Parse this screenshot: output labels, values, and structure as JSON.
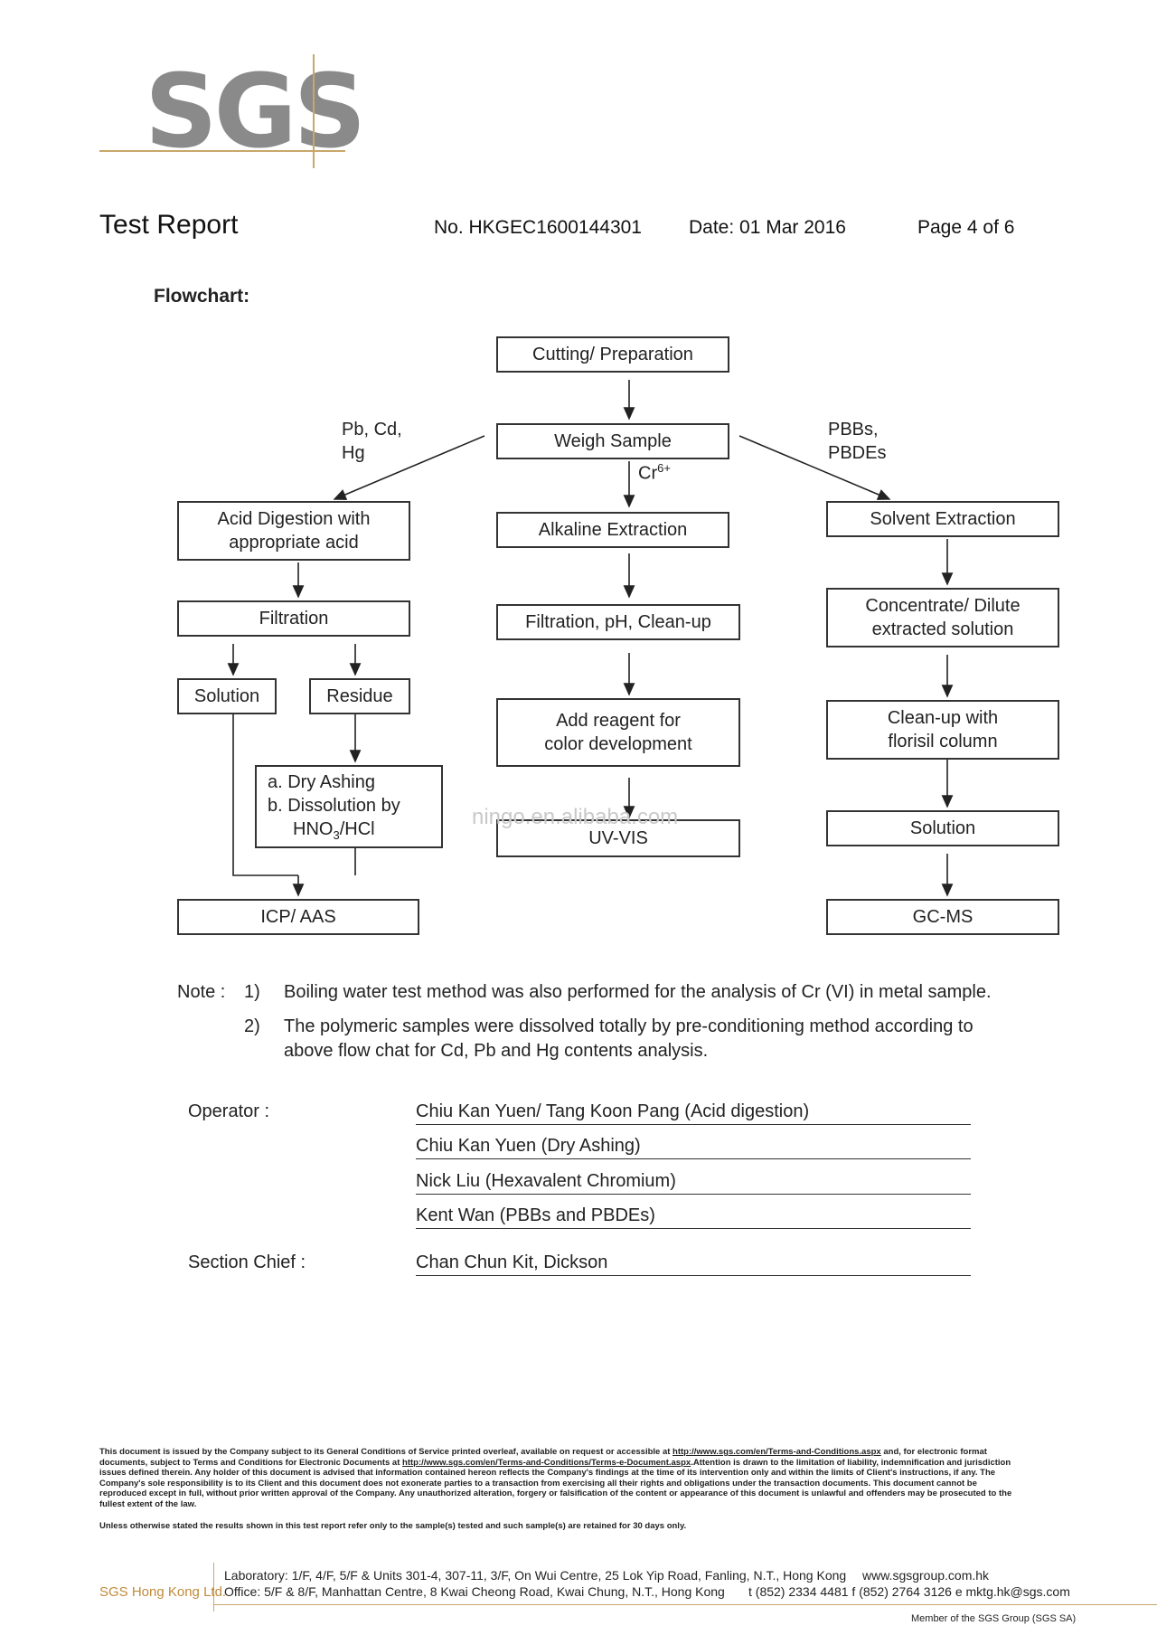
{
  "logo": {
    "text": "SGS"
  },
  "header": {
    "title": "Test Report",
    "report_no": "No. HKGEC1600144301",
    "date": "Date: 01 Mar 2016",
    "page": "Page 4 of 6"
  },
  "flowchart": {
    "title": "Flowchart:",
    "center": {
      "cutting": "Cutting/ Preparation",
      "weigh": "Weigh Sample",
      "cr_label": "Cr",
      "cr_sup": "6+",
      "alkaline": "Alkaline Extraction",
      "filtration_ph": "Filtration, pH, Clean-up",
      "reagent_line1": "Add reagent for",
      "reagent_line2": "color development",
      "uvvis": "UV-VIS"
    },
    "left": {
      "label_line1": "Pb, Cd,",
      "label_line2": "Hg",
      "acid_line1": "Acid Digestion with",
      "acid_line2": "appropriate acid",
      "filtration": "Filtration",
      "solution": "Solution",
      "residue": "Residue",
      "dry_a": "a.  Dry Ashing",
      "dry_b": "b.  Dissolution by",
      "dry_c_pre": "HNO",
      "dry_c_sub": "3",
      "dry_c_post": "/HCl",
      "icp": "ICP/ AAS"
    },
    "right": {
      "label_line1": "PBBs,",
      "label_line2": "PBDEs",
      "solvent": "Solvent Extraction",
      "conc_line1": "Concentrate/ Dilute",
      "conc_line2": "extracted solution",
      "cleanup_line1": "Clean-up with",
      "cleanup_line2": "florisil column",
      "solution": "Solution",
      "gcms": "GC-MS"
    },
    "watermark": "ningo.en.alibaba.com"
  },
  "notes": {
    "label": "Note  :",
    "n1_num": "1)",
    "n1_text": "Boiling water test method was also performed for the analysis of Cr (VI) in metal sample.",
    "n2_num": "2)",
    "n2_line1": "The polymeric samples were  dissolved totally by pre-conditioning method according to",
    "n2_line2": "above flow chat for Cd, Pb and Hg contents analysis."
  },
  "personnel": {
    "operator_label": "Operator :",
    "operators": [
      "Chiu Kan Yuen/ Tang Koon Pang (Acid digestion)",
      "Chiu Kan Yuen (Dry Ashing)",
      "Nick Liu (Hexavalent Chromium)",
      "Kent Wan (PBBs and PBDEs)"
    ],
    "chief_label": "Section Chief :",
    "chief": "Chan Chun Kit, Dickson"
  },
  "disclaimer": {
    "p1_a": "This document is issued by the Company subject to its General Conditions of Service printed overleaf, available on request or accessible at ",
    "p1_link1": "http://www.sgs.com/en/Terms-and-Conditions.aspx",
    "p1_b": " and, for electronic format documents, subject to Terms and Conditions for Electronic Documents at ",
    "p1_link2": "http://www.sgs.com/en/Terms-and-Conditions/Terms-e-Document.aspx",
    "p1_c": ".Attention is drawn to the limitation of liability, indemnification and jurisdiction issues defined therein. Any holder of this document is advised that information contained hereon reflects the Company's findings at the time of its intervention only and within the limits of Client's instructions, if any. The Company's sole responsibility is to its Client and this document does not exonerate parties to a transaction from exercising all their rights and obligations under the transaction documents. This document cannot be reproduced except in full, without prior written approval of the Company. Any unauthorized alteration, forgery or falsification of the content or appearance of this document is unlawful and offenders may be prosecuted to the fullest extent of the law.",
    "p2": "Unless otherwise stated the results shown in this test report refer only to the sample(s) tested and such sample(s) are retained for 30 days only."
  },
  "footer": {
    "brand": "SGS Hong Kong Ltd.",
    "laboratory": "Laboratory: 1/F, 4/F, 5/F & Units 301-4, 307-11, 3/F, On Wui Centre, 25 Lok Yip Road, Fanling, N.T., Hong Kong",
    "website": "www.sgsgroup.com.hk",
    "office": "Office: 5/F & 8/F, Manhattan Centre, 8 Kwai Cheong Road, Kwai Chung, N.T., Hong Kong",
    "contact": "t (852) 2334 4481   f (852) 2764 3126   e mktg.hk@sgs.com",
    "member": "Member of the SGS Group (SGS SA)"
  }
}
